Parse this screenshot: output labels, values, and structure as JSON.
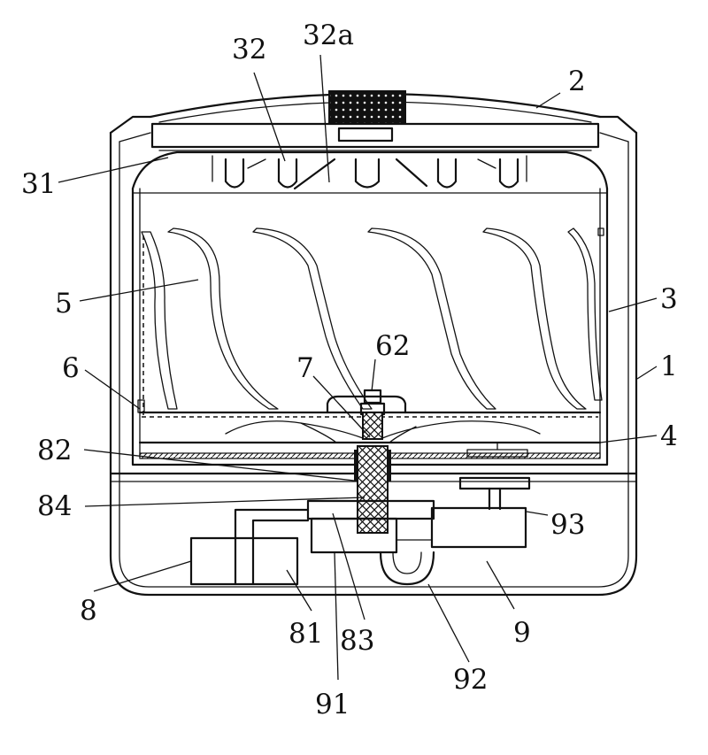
{
  "labels": {
    "l1": "1",
    "l2": "2",
    "l3": "3",
    "l4": "4",
    "l5": "5",
    "l6": "6",
    "l7": "7",
    "l8": "8",
    "l9": "9",
    "l31": "31",
    "l32": "32",
    "l32a": "32a",
    "l62": "62",
    "l81": "81",
    "l82": "82",
    "l83": "83",
    "l84": "84",
    "l91": "91",
    "l92": "92",
    "l93": "93"
  }
}
